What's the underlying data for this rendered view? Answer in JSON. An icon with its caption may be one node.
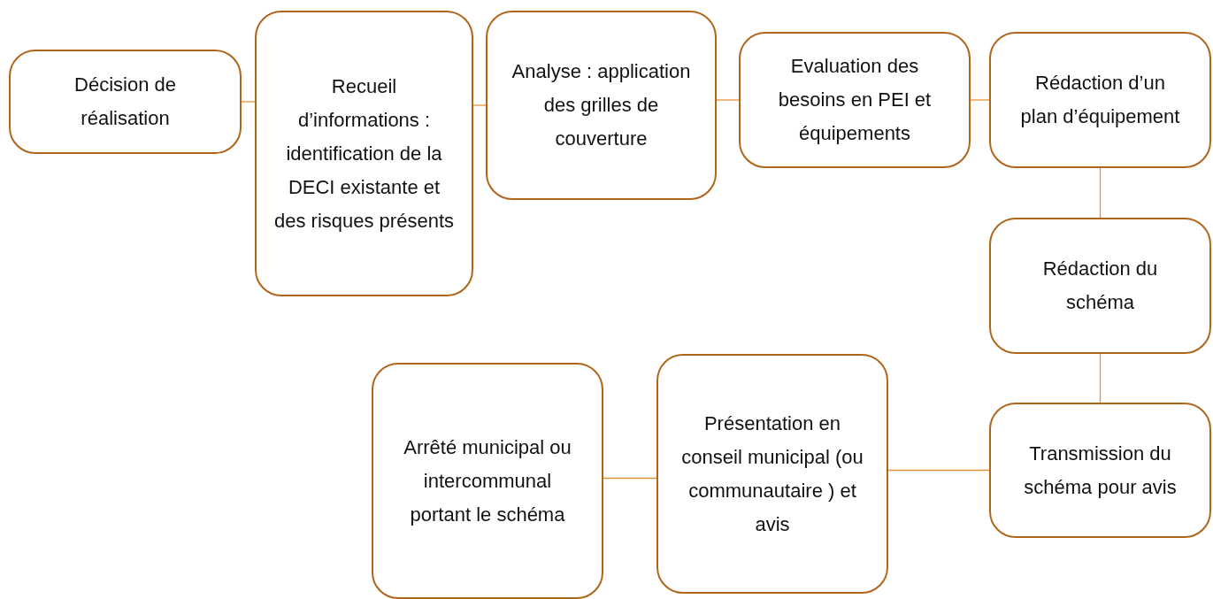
{
  "diagram": {
    "nodes": [
      {
        "text": [
          "Décision de réalisation"
        ]
      },
      {
        "text": [
          "Recueil d’informations : identification de la DECI existante et des risques présents"
        ]
      },
      {
        "text": [
          "Analyse : application des grilles de couverture"
        ]
      },
      {
        "text": [
          "Evaluation des besoins en PEI et équipements"
        ]
      },
      {
        "text": [
          "Rédaction d’un plan d’équipement"
        ]
      },
      {
        "text": [
          "Rédaction du schéma"
        ]
      },
      {
        "text": [
          "Transmission du schéma pour avis"
        ]
      },
      {
        "text": [
          "Présentation en conseil municipal (ou communautaire ) et avis"
        ]
      },
      {
        "text": [
          "Arrêté municipal ou intercommunal portant le schéma"
        ]
      }
    ],
    "edges": [
      {
        "from": 0,
        "to": 1,
        "arrow": "none"
      },
      {
        "from": 1,
        "to": 2,
        "arrow": "none"
      },
      {
        "from": 2,
        "to": 3,
        "arrow": "none"
      },
      {
        "from": 3,
        "to": 4,
        "arrow": "none"
      },
      {
        "from": 4,
        "to": 5,
        "arrow": "none"
      },
      {
        "from": 5,
        "to": 6,
        "arrow": "none"
      },
      {
        "from": 6,
        "to": 7,
        "arrow": "none"
      },
      {
        "from": 7,
        "to": 8,
        "arrow": "none"
      }
    ]
  }
}
